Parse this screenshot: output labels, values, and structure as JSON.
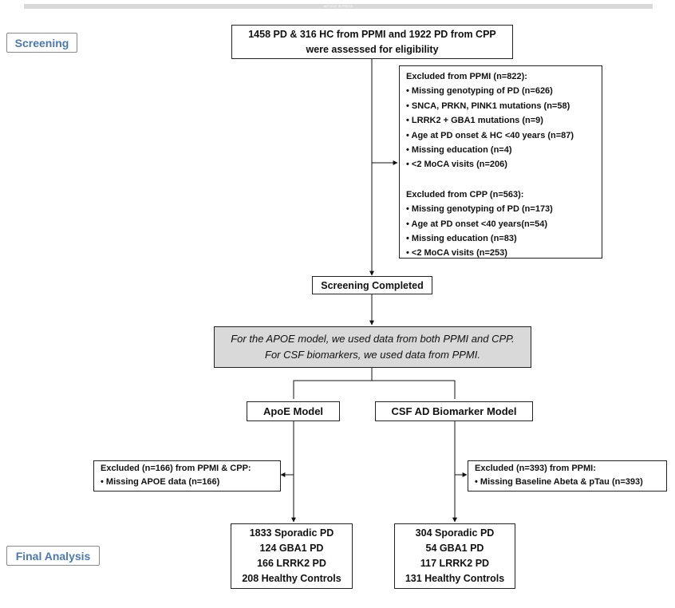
{
  "header": {
    "caption": "ARTICLE IN PRESS"
  },
  "stage_labels": {
    "screening": "Screening",
    "final": "Final Analysis"
  },
  "assessed": {
    "lines": [
      "1458 PD & 316 HC from PPMI and 1922 PD from CPP",
      "were assessed for eligibility"
    ]
  },
  "excluded_initial": {
    "ppmi_title": "Excluded from PPMI (n=822):",
    "ppmi_items": [
      "• Missing genotyping of PD (n=626)",
      "• SNCA, PRKN, PINK1 mutations (n=58)",
      "• LRRK2 + GBA1 mutations (n=9)",
      "• Age at PD onset & HC <40 years (n=87)",
      "• Missing education (n=4)",
      "• <2 MoCA visits (n=206)"
    ],
    "cpp_title": "Excluded from CPP (n=563):",
    "cpp_items": [
      "• Missing genotyping of PD (n=173)",
      "• Age at PD onset <40 years(n=54)",
      "• Missing education (n=83)",
      "• <2 MoCA visits (n=253)"
    ]
  },
  "screening_completed": "Screening Completed",
  "note": {
    "lines": [
      "For the APOE model, we used data from both PPMI and CPP.",
      "For CSF biomarkers, we used data from PPMI."
    ]
  },
  "models": {
    "apoe": "ApoE Model",
    "csf": "CSF AD Biomarker Model"
  },
  "excluded_apoe": {
    "title": "Excluded (n=166) from PPMI & CPP:",
    "item": "• Missing APOE data (n=166)"
  },
  "excluded_csf": {
    "title": "Excluded (n=393) from PPMI:",
    "item": "• Missing Baseline Abeta & pTau (n=393)"
  },
  "final_apoe": [
    "1833 Sporadic PD",
    "124 GBA1 PD",
    "166 LRRK2 PD",
    "208 Healthy Controls"
  ],
  "final_csf": [
    "304 Sporadic PD",
    "54 GBA1 PD",
    "117 LRRK2 PD",
    "131 Healthy Controls"
  ]
}
